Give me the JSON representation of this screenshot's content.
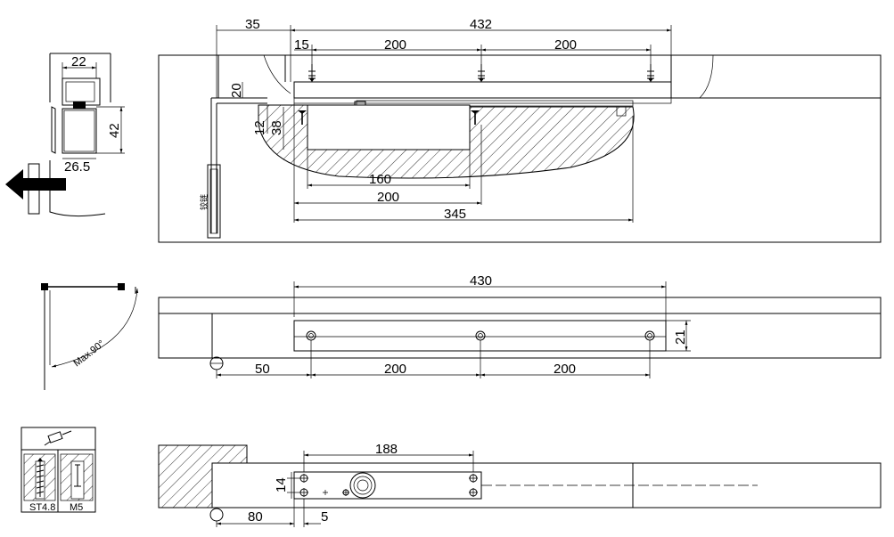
{
  "top_view": {
    "dim_35": "35",
    "dim_432": "432",
    "dim_15": "15",
    "dim_200_left": "200",
    "dim_200_right": "200",
    "dim_20": "20",
    "dim_12": "12",
    "dim_38": "38",
    "dim_160": "160",
    "dim_200_bottom": "200",
    "dim_345": "345",
    "hinge_label": "铰链"
  },
  "detail_view": {
    "dim_22": "22",
    "dim_42": "42",
    "dim_26_5": "26.5"
  },
  "middle_view": {
    "dim_430": "430",
    "dim_21": "21",
    "dim_50": "50",
    "dim_200_left": "200",
    "dim_200_right": "200",
    "angle_label": "Max.90°"
  },
  "bottom_view": {
    "dim_188": "188",
    "dim_14": "14",
    "dim_80": "80",
    "dim_5": "5"
  },
  "screw_legend": {
    "left_label": "ST4.8",
    "right_label": "M5"
  }
}
